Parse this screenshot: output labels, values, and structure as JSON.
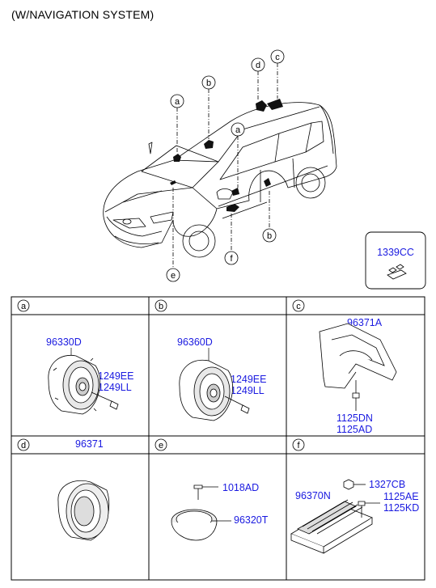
{
  "title": "(W/NAVIGATION SYSTEM)",
  "callouts": {
    "a1": "a",
    "b1": "b",
    "a2": "a",
    "d": "d",
    "c": "c",
    "b2": "b",
    "e": "e",
    "f": "f"
  },
  "clip_box": {
    "part": "1339CC"
  },
  "grid": {
    "a": {
      "letter": "a",
      "parts": [
        "96330D",
        "1249EE",
        "1249LL"
      ]
    },
    "b": {
      "letter": "b",
      "parts": [
        "96360D",
        "1249EE",
        "1249LL"
      ]
    },
    "c": {
      "letter": "c",
      "parts": [
        "96371A",
        "1125DN",
        "1125AD"
      ]
    },
    "d": {
      "letter": "d",
      "parts": [
        "96371"
      ]
    },
    "e": {
      "letter": "e",
      "parts": [
        "1018AD",
        "96320T"
      ]
    },
    "f": {
      "letter": "f",
      "parts": [
        "1327CB",
        "96370N",
        "1125AE",
        "1125KD"
      ]
    }
  },
  "colors": {
    "part_number": "#1a1ae0",
    "line": "#000000"
  }
}
